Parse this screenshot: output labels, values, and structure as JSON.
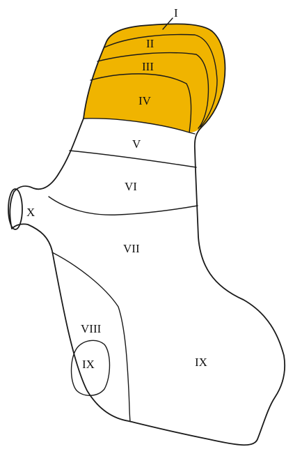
{
  "colors": {
    "highlight": "#f0b400",
    "outline": "#1a1a1a",
    "background": "#ffffff"
  },
  "regions": [
    {
      "id": "I",
      "label": "I",
      "highlighted": true
    },
    {
      "id": "II",
      "label": "II",
      "highlighted": true
    },
    {
      "id": "III",
      "label": "III",
      "highlighted": true
    },
    {
      "id": "IV",
      "label": "IV",
      "highlighted": true
    },
    {
      "id": "V",
      "label": "V",
      "highlighted": false
    },
    {
      "id": "VI",
      "label": "VI",
      "highlighted": false
    },
    {
      "id": "VII",
      "label": "VII",
      "highlighted": false
    },
    {
      "id": "VIII",
      "label": "VIII",
      "highlighted": false
    },
    {
      "id": "IX_a",
      "label": "IX",
      "highlighted": false
    },
    {
      "id": "IX_b",
      "label": "IX",
      "highlighted": false
    },
    {
      "id": "X",
      "label": "X",
      "highlighted": false
    }
  ]
}
